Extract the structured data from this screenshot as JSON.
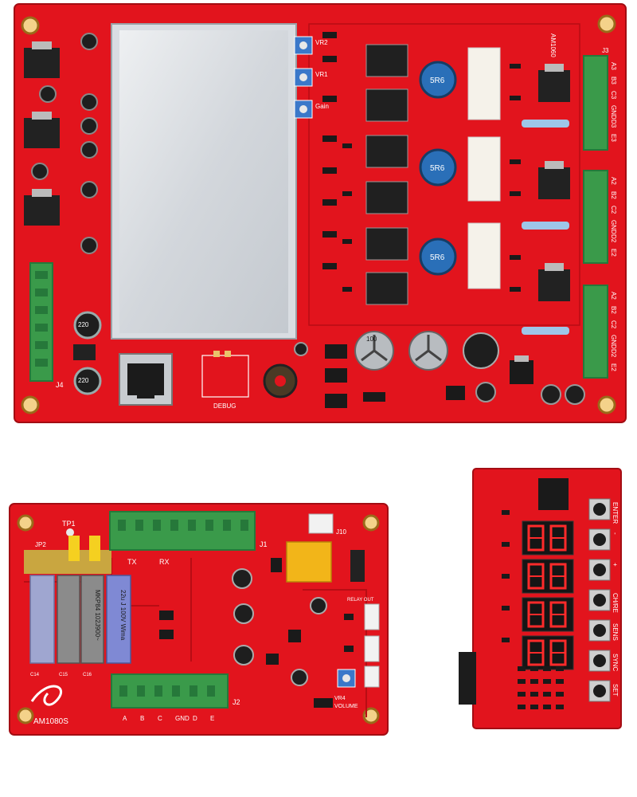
{
  "colors": {
    "pcb": "#e2141d",
    "pcb_dark": "#b80d14",
    "heatsink": "#d9dde2",
    "terminal": "#3a9a4a",
    "terminal_dark": "#26783a",
    "cap_black": "#1e1e1e",
    "inductor_blue": "#2a6fb8",
    "trimpot_blue": "#3b78c9",
    "display_digit": "#ff2a2a",
    "relay_yellow": "#f2b519"
  },
  "main_board": {
    "labels": {
      "model": "AM1060",
      "debug": "DEBUG",
      "vr1": "VR1",
      "vr2": "VR2",
      "gain": "Gain",
      "inductor_1": "5R6",
      "inductor_2": "5R6",
      "inductor_3": "5R6",
      "j3": "J3",
      "j4": "J4",
      "cap_220_a": "220",
      "cap_220_b": "220",
      "cap_100_a": "100"
    },
    "terminal_pins_top": [
      "A3",
      "B3",
      "C3",
      "GND",
      "D3",
      "E3"
    ],
    "terminal_pins_mid": [
      "A2",
      "B2",
      "C2",
      "GND",
      "D2",
      "E2"
    ],
    "terminal_pins_bot": [
      "A2",
      "B2",
      "C2",
      "GND",
      "D2",
      "E2"
    ]
  },
  "audio_board": {
    "labels": {
      "model": "AM1080S",
      "tp1": "TP1",
      "jp2": "JP2",
      "j1": "J1",
      "j2": "J2",
      "j10": "J10",
      "tx": "TX",
      "rx": "RX",
      "volume": "VOLUME",
      "vr4": "VR4",
      "relay_out": "RELAY OUT",
      "cap_box_1": "MKP84 102J900~",
      "cap_box_2": "22u J 100V Wima",
      "c14": "C14",
      "c15": "C15",
      "c16": "C16"
    },
    "bottom_pins": [
      "A",
      "B",
      "C",
      "GND",
      "D",
      "E"
    ]
  },
  "display_board": {
    "button_labels": [
      "ENTER",
      "-",
      "+",
      "CH/RE",
      "SENS",
      "SYNC",
      "SET"
    ]
  }
}
